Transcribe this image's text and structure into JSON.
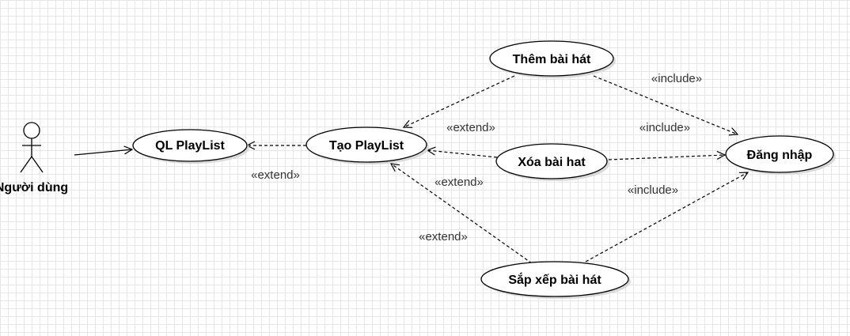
{
  "actor": {
    "name": "Người dùng"
  },
  "use_cases": {
    "ql_playlist": "QL PlayList",
    "tao_playlist": "Tạo PlayList",
    "them_bai_hat": "Thêm bài hát",
    "xoa_bai_hat": "Xóa bài hat",
    "sap_xep_bai_hat": "Sắp xếp bài hát",
    "dang_nhap": "Đăng nhập"
  },
  "relations": {
    "extend_tao_ql": "«extend»",
    "extend_them_tao": "«extend»",
    "extend_xoa_tao": "«extend»",
    "extend_sapxep_tao": "«extend»",
    "include_them_dangnhap": "«include»",
    "include_xoa_dangnhap": "«include»",
    "include_sapxep_dangnhap": "«include»"
  },
  "colors": {
    "stroke": "#000000",
    "fill": "#ffffff",
    "shadow": "#d9d9d9"
  }
}
